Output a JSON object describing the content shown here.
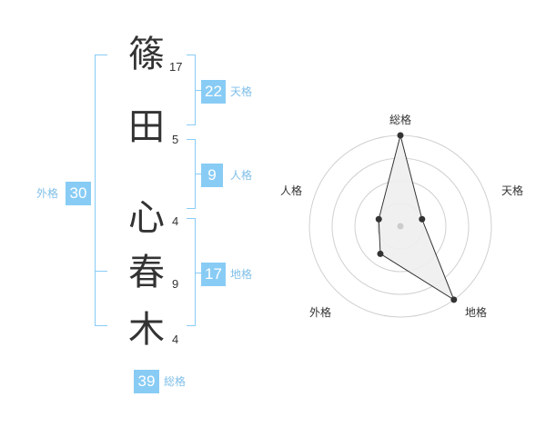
{
  "name": {
    "chars": [
      {
        "char": "篠",
        "strokes": "17"
      },
      {
        "char": "田",
        "strokes": "5"
      },
      {
        "char": "心",
        "strokes": "4"
      },
      {
        "char": "春",
        "strokes": "9"
      },
      {
        "char": "木",
        "strokes": "4"
      }
    ]
  },
  "grades": {
    "tenkaku": {
      "value": "22",
      "label": "天格"
    },
    "jinkaku": {
      "value": "9",
      "label": "人格"
    },
    "chikaku": {
      "value": "17",
      "label": "地格"
    },
    "gaikaku": {
      "value": "30",
      "label": "外格"
    },
    "soukaku": {
      "value": "39",
      "label": "総格"
    }
  },
  "colors": {
    "accent": "#88ccf5",
    "label": "#7fbfe8",
    "text": "#333333"
  },
  "chart_data": {
    "type": "radar",
    "axes": [
      "総格",
      "天格",
      "地格",
      "外格",
      "人格"
    ],
    "values": [
      4,
      1,
      4,
      1.5,
      1
    ],
    "rmax": 4,
    "rings": 4
  }
}
